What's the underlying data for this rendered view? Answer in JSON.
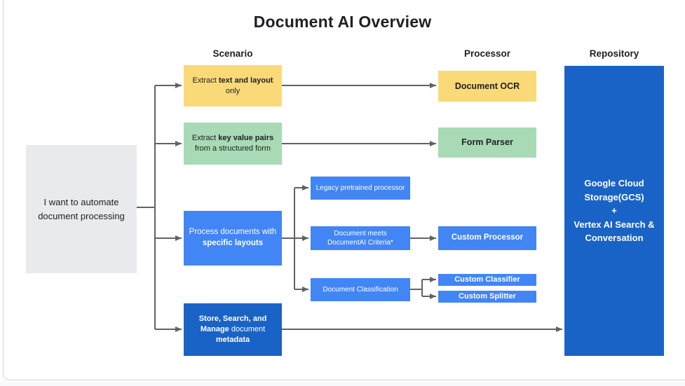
{
  "title": "Document AI Overview",
  "column_headers": {
    "scenario": "Scenario",
    "processor": "Processor",
    "repository": "Repository"
  },
  "nodes": {
    "start": {
      "label": "I want to automate document processing"
    },
    "extract_text": {
      "parts": [
        {
          "t": "Extract ",
          "b": false
        },
        {
          "t": "text and layout",
          "b": true
        },
        {
          "t": " only",
          "b": false
        }
      ]
    },
    "extract_kv": {
      "parts": [
        {
          "t": "Extract ",
          "b": false
        },
        {
          "t": "key value pairs",
          "b": true
        },
        {
          "t": " from a structured form",
          "b": false
        }
      ]
    },
    "specific_layouts": {
      "parts": [
        {
          "t": "Process documents with ",
          "b": false
        },
        {
          "t": "specific layouts",
          "b": true
        }
      ]
    },
    "store_search": {
      "parts": [
        {
          "t": "Store, Search, and Manage",
          "b": true
        },
        {
          "t": " document ",
          "b": false
        },
        {
          "t": "metadata",
          "b": true
        }
      ]
    },
    "legacy": {
      "label": "Legacy pretrained processor"
    },
    "criteria": {
      "label": "Document meets DocumentAI Criteria*"
    },
    "classification": {
      "label": "Document Classification"
    },
    "document_ocr": {
      "label": "Document OCR"
    },
    "form_parser": {
      "label": "Form Parser"
    },
    "custom_processor": {
      "label": "Custom Processor"
    },
    "custom_classifier": {
      "label": "Custom Classifier"
    },
    "custom_splitter": {
      "label": "Custom Splitter"
    },
    "repository": {
      "label": "Google Cloud\nStorage(GCS)\n+\nVertex AI Search &\nConversation"
    }
  },
  "colors": {
    "yellow": "#FAD978",
    "green": "#A8DAB5",
    "blue": "#4285F4",
    "dark_blue": "#1A63C6",
    "gray_box": "#E8EAED",
    "arrow": "#5F6368",
    "text_dark": "#202124"
  }
}
